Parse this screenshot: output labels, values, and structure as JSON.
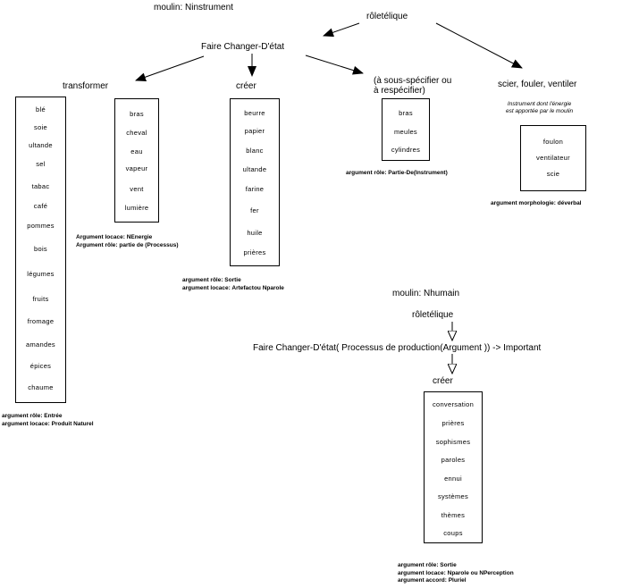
{
  "section1": {
    "title": "moulin: Ninstrument",
    "role": "rôletélique",
    "main": "Faire Changer-D'état",
    "branches": {
      "transformer": {
        "label": "transformer",
        "items": [
          "blé",
          "soie",
          "ultande",
          "sel",
          "tabac",
          "café",
          "pommes",
          "bois",
          "légumes",
          "fruits",
          "fromage",
          "amandes",
          "épices",
          "chaume"
        ],
        "notes": [
          "argument rôle: Entrée",
          "argument locace: Produit Naturel"
        ]
      },
      "agents": {
        "items": [
          "bras",
          "cheval",
          "eau",
          "vapeur",
          "vent",
          "lumière"
        ],
        "notes": [
          "Argument locace: NEnergie",
          "Argument rôle: partie de (Processus)"
        ]
      },
      "creer": {
        "label": "créer",
        "items": [
          "beurre",
          "papier",
          "blanc",
          "ultande",
          "farine",
          "fer",
          "huile",
          "prières"
        ],
        "notes": [
          "argument rôle: Sortie",
          "argument locace: Artefactou Nparole"
        ]
      },
      "sous_specifier": {
        "label_line1": "(à sous-spécifier ou",
        "label_line2": "à respécifier)",
        "items": [
          "bras",
          "meules",
          "cylindres"
        ],
        "notes": [
          "argument rôle: Partie-De(Instrument)"
        ]
      },
      "scier": {
        "label": "scier, fouler, ventiler",
        "italic_note_line1": "Instrument dont l'énergie",
        "italic_note_line2": "est apportée par le moulin",
        "items": [
          "foulon",
          "ventilateur",
          "scie"
        ],
        "notes": [
          "argument morphologie: déverbal"
        ]
      }
    }
  },
  "section2": {
    "title": "moulin: Nhumain",
    "role": "rôletélique",
    "main": "Faire Changer-D'état( Processus de production(Argument )) -> Important",
    "creer_label": "créer",
    "items": [
      "conversation",
      "prières",
      "sophismes",
      "paroles",
      "ennui",
      "systèmes",
      "thèmes",
      "coups"
    ],
    "notes": [
      "argument rôle: Sortie",
      "argument locace: Nparole ou NPerception",
      "argument accord: Pluriel"
    ]
  }
}
